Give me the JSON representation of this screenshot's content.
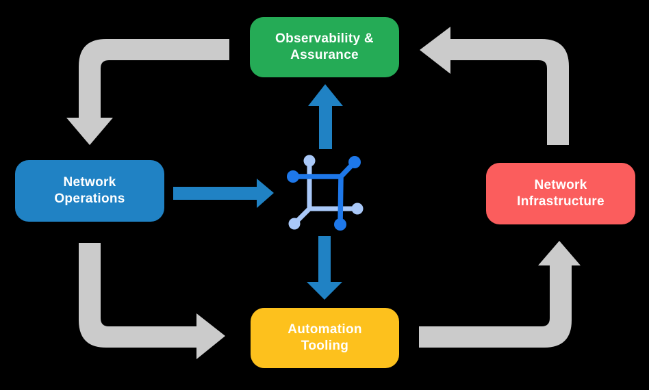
{
  "diagram": {
    "type": "cycle-flow-diagram",
    "colors": {
      "background": "#000000",
      "node_text": "#ffffff",
      "arrow_gray": "#cbcbcb",
      "arrow_blue": "#2082c4",
      "icon_dark_blue": "#1e78ea",
      "icon_light_blue": "#a9c8f8",
      "node_green": "#25ab56",
      "node_blue": "#2082c4",
      "node_red": "#fb5d5d",
      "node_yellow": "#fdc11d"
    },
    "nodes": {
      "observability": {
        "line1": "Observability &",
        "line2": "Assurance",
        "color": "#25ab56"
      },
      "network_operations": {
        "line1": "Network",
        "line2": "Operations",
        "color": "#2082c4"
      },
      "network_infrastructure": {
        "line1": "Network",
        "line2": "Infrastructure",
        "color": "#fb5d5d"
      },
      "automation_tooling": {
        "line1": "Automation",
        "line2": "Tooling",
        "color": "#fdc11d"
      }
    },
    "center_icon": {
      "name": "network-mesh-icon"
    },
    "flows": [
      {
        "from": "Observability & Assurance",
        "to": "Network Operations",
        "style": "gray-elbow"
      },
      {
        "from": "Network Operations",
        "to": "Automation Tooling",
        "style": "gray-elbow"
      },
      {
        "from": "Automation Tooling",
        "to": "Network Infrastructure",
        "style": "gray-elbow"
      },
      {
        "from": "Network Infrastructure",
        "to": "Observability & Assurance",
        "style": "gray-elbow"
      },
      {
        "from": "Network Operations",
        "to": "center-icon",
        "style": "blue-straight"
      },
      {
        "from": "center-icon",
        "to": "Observability & Assurance",
        "style": "blue-straight"
      },
      {
        "from": "center-icon",
        "to": "Automation Tooling",
        "style": "blue-straight"
      }
    ]
  }
}
